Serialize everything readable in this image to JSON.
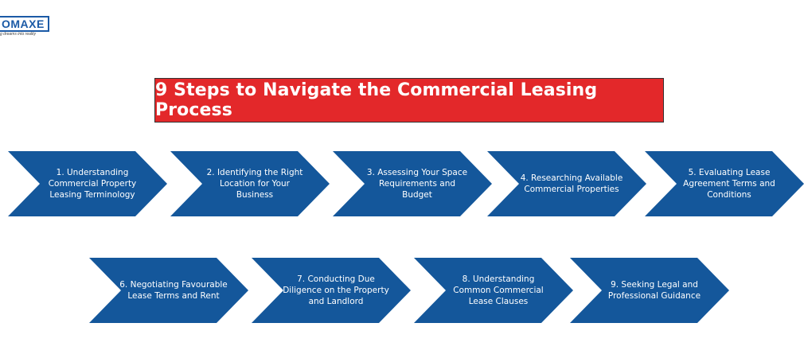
{
  "logo": {
    "brand": "OMAXE",
    "tagline": "g dreams into reality"
  },
  "title": "9 Steps to Navigate the Commercial Leasing Process",
  "colors": {
    "title_bg": "#e3282a",
    "chevron": "#14579b",
    "text": "#ffffff"
  },
  "steps": [
    "1. Understanding Commercial Property Leasing Terminology",
    "2. Identifying the Right Location for Your Business",
    "3. Assessing Your Space Requirements and Budget",
    "4. Researching Available Commercial Properties",
    "5. Evaluating Lease Agreement Terms and Conditions",
    "6. Negotiating Favourable Lease Terms and Rent",
    "7. Conducting Due Diligence on the Property and Landlord",
    "8. Understanding Common Commercial Lease Clauses",
    "9. Seeking Legal and Professional Guidance"
  ]
}
